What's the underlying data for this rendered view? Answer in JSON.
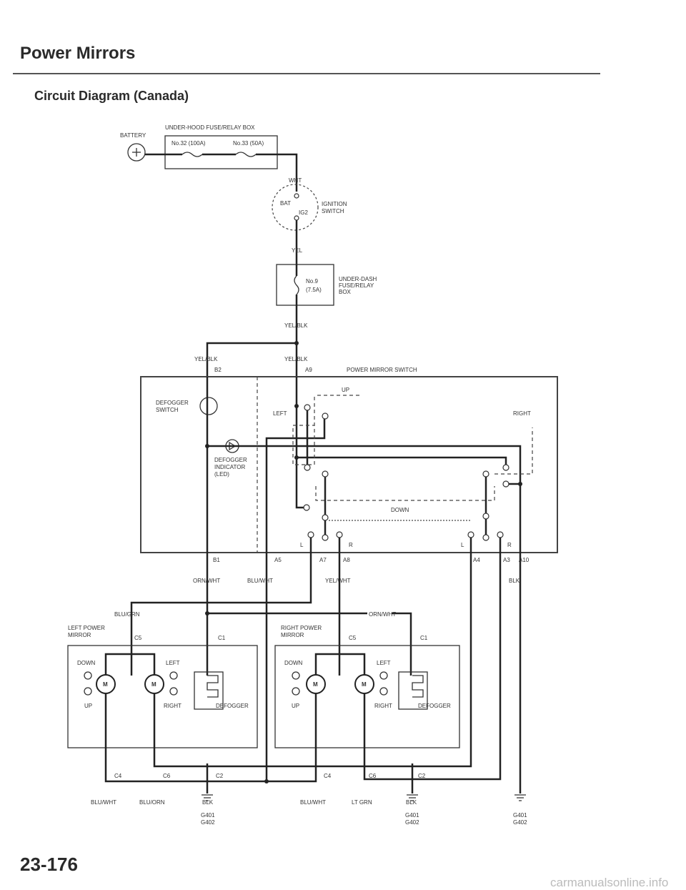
{
  "page": {
    "title": "Power Mirrors",
    "subtitle": "Circuit Diagram (Canada)",
    "page_number": "23-176",
    "watermark": "carmanualsonline.info"
  },
  "power": {
    "battery": "BATTERY",
    "underhood_box": "UNDER-HOOD FUSE/RELAY BOX",
    "fuse32": "No.32 (100A)",
    "fuse33": "No.33 (50A)",
    "wht": "WHT",
    "ign_bat": "BAT",
    "ign_ig2": "IG2",
    "ign_l1": "IGNITION",
    "ign_l2": "SWITCH",
    "yel": "YEL",
    "fuse9_l1": "No.9",
    "fuse9_l2": "(7.5A)",
    "underdash_l1": "UNDER-DASH",
    "underdash_l2": "FUSE/RELAY",
    "underdash_l3": "BOX",
    "yelblk": "YEL/BLK"
  },
  "switch": {
    "title": "POWER MIRROR SWITCH",
    "yelblk_left": "YEL/BLK",
    "yelblk_right": "YEL/BLK",
    "b2": "B2",
    "a9": "A9",
    "defogger_sw_l1": "DEFOGGER",
    "defogger_sw_l2": "SWITCH",
    "led_l1": "DEFOGGER",
    "led_l2": "INDICATOR",
    "led_l3": "(LED)",
    "up": "UP",
    "left": "LEFT",
    "right": "RIGHT",
    "down": "DOWN",
    "l1": "L",
    "r1": "R",
    "l2": "L",
    "r2": "R",
    "pins": {
      "b1": "B1",
      "a5": "A5",
      "a7": "A7",
      "a8": "A8",
      "a4": "A4",
      "a3": "A3",
      "a10": "A10"
    },
    "wires": {
      "orn_wht": "ORN/WHT",
      "blu_wht": "BLU/WHT",
      "yel_wht": "YEL/WHT",
      "blk": "BLK"
    }
  },
  "mirrors": {
    "blu_grn": "BLU/GRN",
    "orn_wht": "ORN/WHT",
    "left": {
      "title_l1": "LEFT POWER",
      "title_l2": "MIRROR",
      "c5": "C5",
      "c1": "C1",
      "down": "DOWN",
      "up": "UP",
      "left": "LEFT",
      "right": "RIGHT",
      "motor1": "M",
      "motor2": "M",
      "defogger": "DEFOGGER",
      "c4": "C4",
      "c6": "C6",
      "c2": "C2",
      "w_c4": "BLU/WHT",
      "w_c6": "BLU/ORN",
      "w_c2": "BLK"
    },
    "right": {
      "title_l1": "RIGHT POWER",
      "title_l2": "MIRROR",
      "c5": "C5",
      "c1": "C1",
      "down": "DOWN",
      "up": "UP",
      "left": "LEFT",
      "right": "RIGHT",
      "motor1": "M",
      "motor2": "M",
      "defogger": "DEFOGGER",
      "c4": "C4",
      "c6": "C6",
      "c2": "C2",
      "w_c4": "BLU/WHT",
      "w_c6": "LT GRN",
      "w_c2": "BLK"
    }
  },
  "grounds": [
    {
      "l1": "G401",
      "l2": "G402"
    },
    {
      "l1": "G401",
      "l2": "G402"
    },
    {
      "l1": "G401",
      "l2": "G402"
    }
  ]
}
